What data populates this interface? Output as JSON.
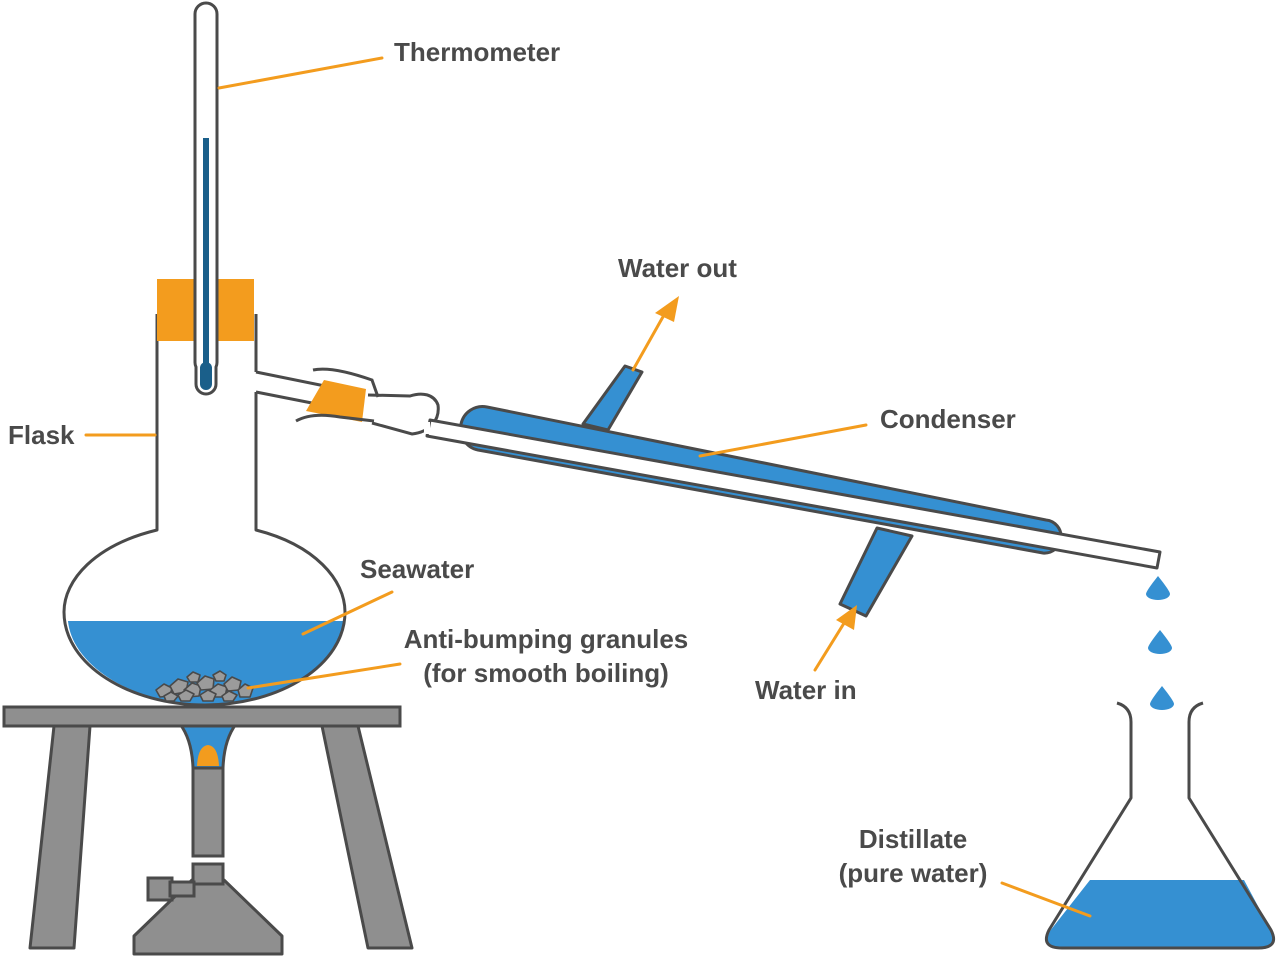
{
  "labels": {
    "thermometer": "Thermometer",
    "water_out": "Water out",
    "condenser": "Condenser",
    "flask": "Flask",
    "seawater": "Seawater",
    "granules_line1": "Anti-bumping granules",
    "granules_line2": "(for smooth boiling)",
    "water_in": "Water in",
    "distillate_line1": "Distillate",
    "distillate_line2": "(pure water)"
  },
  "colors": {
    "water": "#3590d2",
    "cork": "#f39c1e",
    "leader": "#f39c1e",
    "outline": "#4a4a4a",
    "stand": "#8f8f8f",
    "mercury": "#1a5f8a",
    "text": "#4a4a4a"
  }
}
